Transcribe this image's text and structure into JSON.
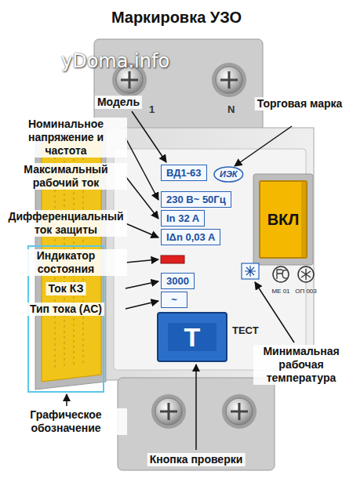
{
  "diagram": {
    "title": "Маркировка УЗО",
    "nodes": [
      {
        "text": [
          "ВД1-63"
        ]
      },
      {
        "text": [
          "ИЭК"
        ]
      },
      {
        "text": [
          "230 В~ 50Гц"
        ]
      },
      {
        "text": [
          "In 32 A"
        ]
      },
      {
        "text": [
          "IΔn 0,03 A"
        ]
      },
      {
        "text": [
          "3000"
        ]
      },
      {
        "text": [
          "~"
        ]
      },
      {
        "text": [
          "ВКЛ"
        ]
      },
      {
        "text": [
          "T"
        ]
      }
    ],
    "labels": [
      "yDoma.info",
      "1",
      "N",
      "Модель",
      "Торговая марка",
      "Номинальное напряжение и частота",
      "Максимальный рабочий ток",
      "Дифференциальный ток защиты",
      "Индикатор состояния",
      "Ток КЗ",
      "Тип тока (АС)",
      "МЕ 01",
      "ОП 003",
      "ТЕСТ",
      "Минимальная рабочая температура",
      "Графическое обозначение",
      "Кнопка проверки"
    ]
  }
}
